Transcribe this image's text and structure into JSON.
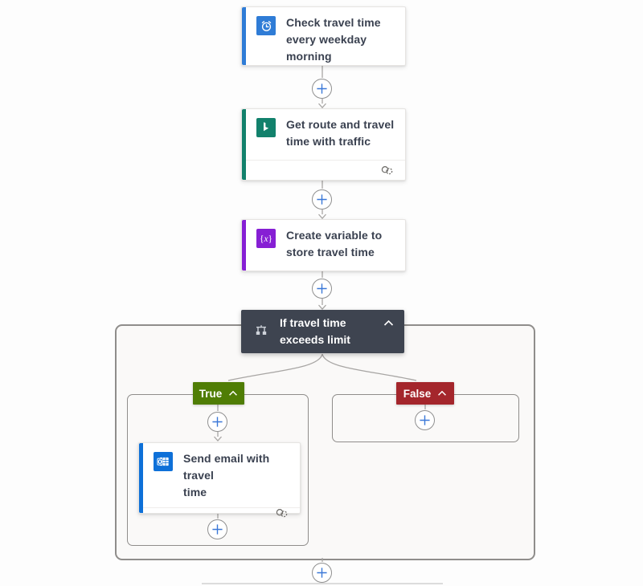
{
  "designer": {
    "trigger": {
      "label": "Check travel time\nevery weekday\nmorning",
      "icon": "recurrence-clock-icon",
      "accent_color": "#2f7cd6"
    },
    "actions": {
      "get_route": {
        "label": "Get route and travel\ntime with traffic",
        "icon": "bing-maps-icon",
        "accent_color": "#12816c",
        "connection_indicator": "linked-connection-icon"
      },
      "create_variable": {
        "label": "Create variable to\nstore travel time",
        "icon": "variable-icon",
        "accent_color": "#861fd4"
      },
      "send_email": {
        "label": "Send email with travel\ntime",
        "icon": "outlook-icon",
        "accent_color": "#0e70d8",
        "connection_indicator": "linked-connection-icon"
      }
    },
    "condition": {
      "label": "If travel time\nexceeds limit",
      "icon": "condition-icon",
      "header_color": "#3e4450",
      "collapse_icon": "chevron-up-icon"
    },
    "branches": {
      "true": {
        "label": "True",
        "color": "#4f7d05",
        "collapse_icon": "chevron-up-icon"
      },
      "false": {
        "label": "False",
        "color": "#a4262c",
        "collapse_icon": "chevron-up-icon"
      }
    },
    "insert_button": {
      "icon": "plus-icon",
      "color": "#3b78d8"
    }
  }
}
